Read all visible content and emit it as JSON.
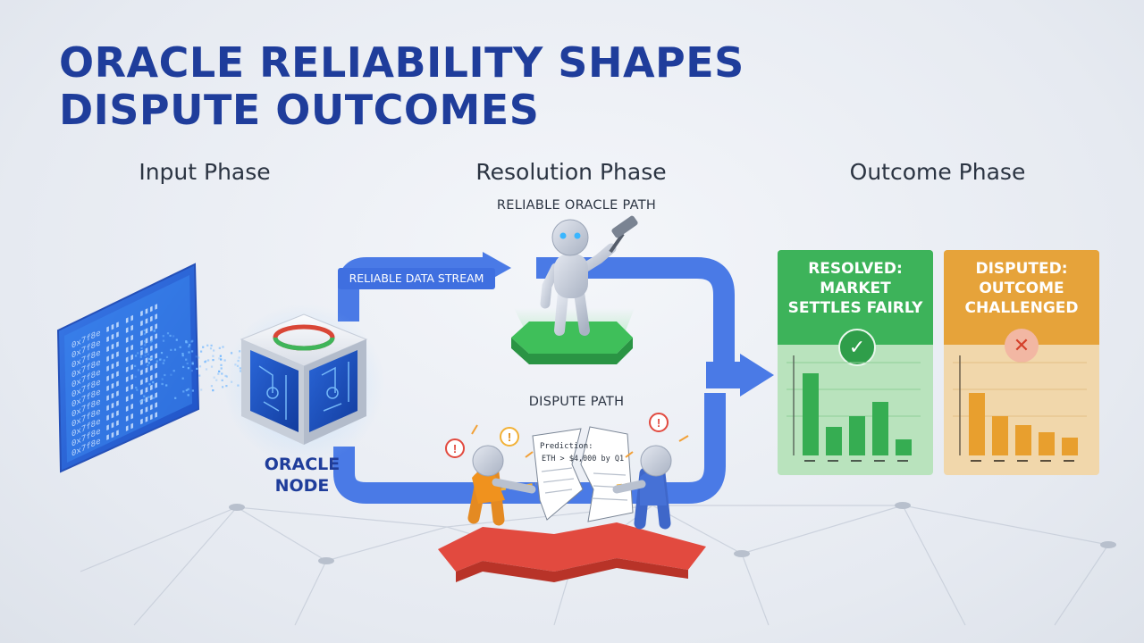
{
  "title": {
    "line1": "ORACLE RELIABILITY SHAPES",
    "line2": "DISPUTE OUTCOMES"
  },
  "phases": {
    "input": "Input Phase",
    "resolution": "Resolution Phase",
    "outcome": "Outcome Phase"
  },
  "paths": {
    "reliable_label": "RELIABLE ORACLE PATH",
    "dispute_label": "DISPUTE PATH",
    "stream_label": "RELIABLE DATA STREAM"
  },
  "node": {
    "label_line1": "ORACLE",
    "label_line2": "NODE"
  },
  "document": {
    "line1": "Prediction:",
    "line2": "ETH > $4,000 by Q1"
  },
  "screen_text": "0x7f8e",
  "outcomes": {
    "resolved": {
      "line1": "RESOLVED:",
      "line2": "MARKET",
      "line3": "SETTLES FAIRLY",
      "icon": "check-icon",
      "color": "#3db35a"
    },
    "disputed": {
      "line1": "DISPUTED:",
      "line2": "OUTCOME",
      "line3": "CHALLENGED",
      "icon": "x-icon",
      "color": "#e6a33a"
    }
  },
  "colors": {
    "title": "#1f3d9b",
    "path": "#4a7ae6",
    "reliable_platform": "#3fbf5a",
    "dispute_platform": "#e24a3f"
  }
}
